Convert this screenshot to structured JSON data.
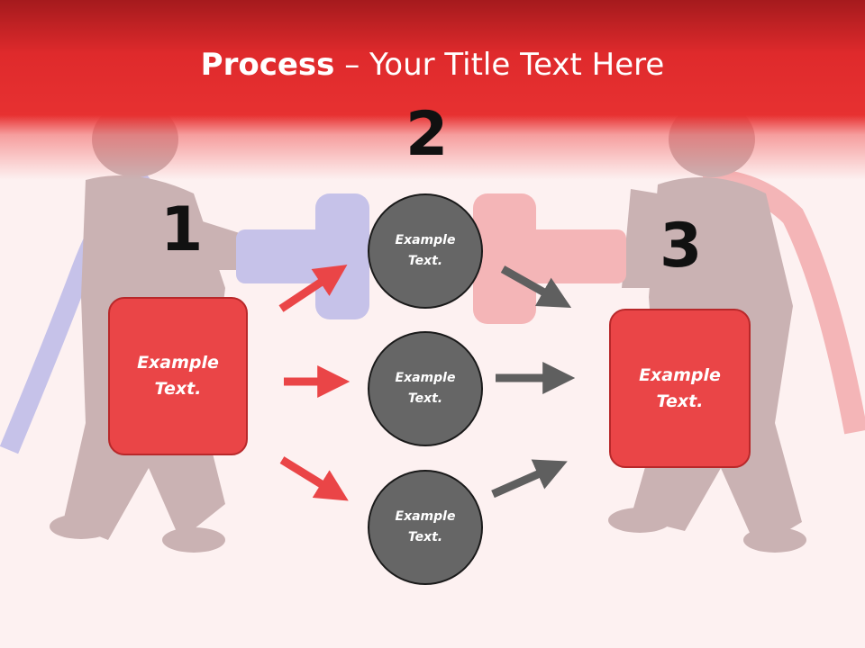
{
  "title": {
    "bold": "Process",
    "dash": " – ",
    "rest": "Your Title Text Here"
  },
  "steps": {
    "one": "1",
    "two": "2",
    "three": "3"
  },
  "left_box": {
    "line1": "Example",
    "line2": "Text."
  },
  "right_box": {
    "line1": "Example",
    "line2": "Text."
  },
  "circles": [
    {
      "line1": "Example",
      "line2": "Text."
    },
    {
      "line1": "Example",
      "line2": "Text."
    },
    {
      "line1": "Example",
      "line2": "Text."
    }
  ],
  "colors": {
    "red": "#ea4547",
    "gray": "#666666",
    "banner": "#e73131"
  }
}
